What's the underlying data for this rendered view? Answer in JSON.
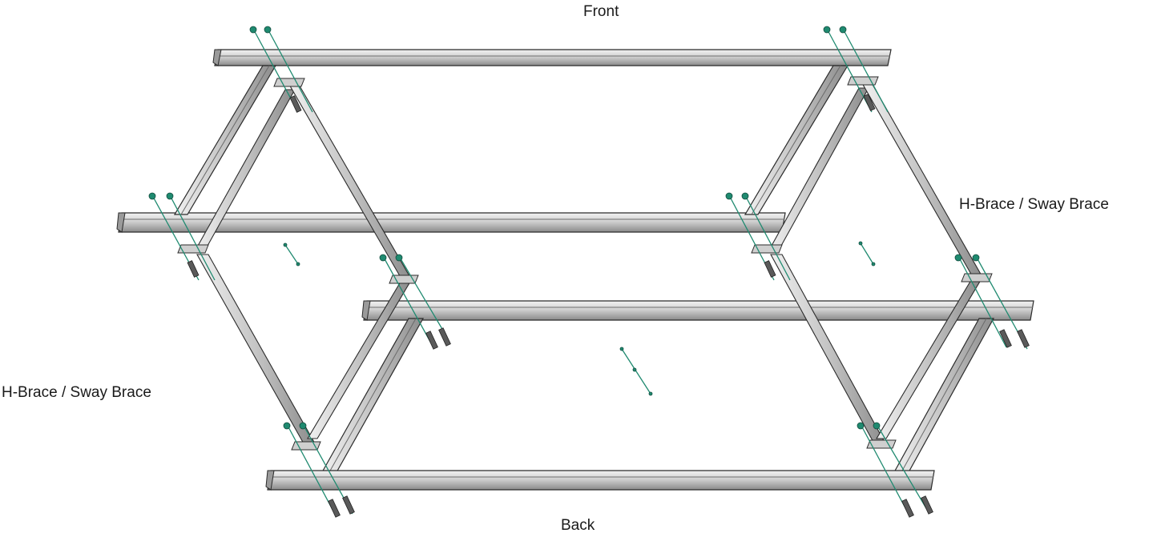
{
  "labels": {
    "front": "Front",
    "back": "Back",
    "right_brace": "H-Brace / Sway Brace",
    "left_brace": "H-Brace / Sway Brace"
  },
  "colors": {
    "steel_light": "#e6e6e6",
    "steel_mid": "#bdbdbd",
    "steel_dark": "#7a7a7a",
    "outline": "#2b2b2b",
    "fastener": "#1f8a70"
  },
  "parts": {
    "beams": 4,
    "uprights": 4,
    "diagonal_braces": 4,
    "bolt_pairs": 8
  }
}
